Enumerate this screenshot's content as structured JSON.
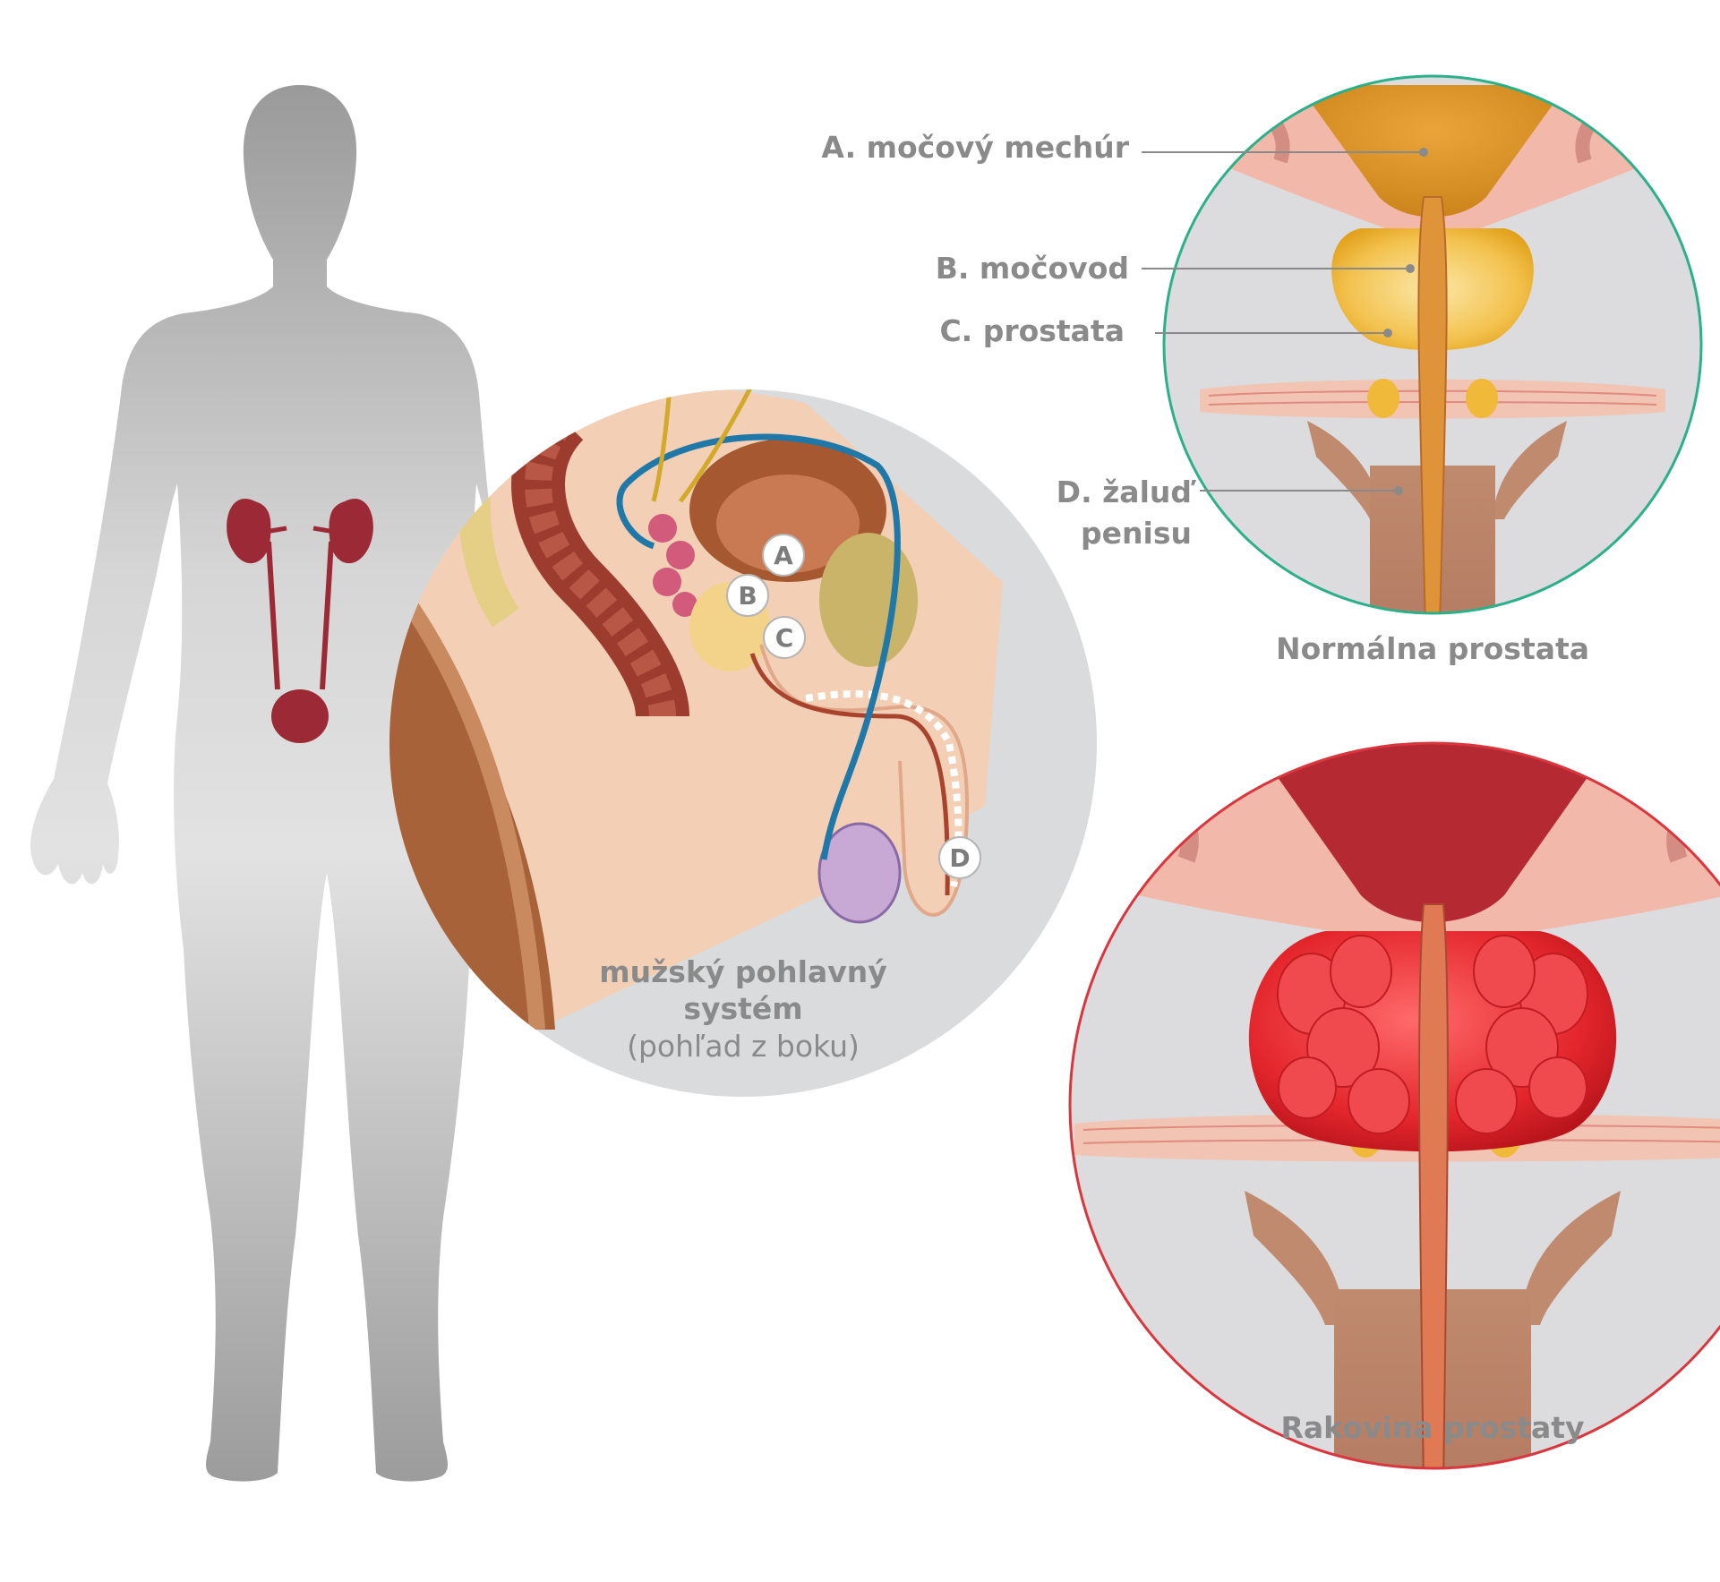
{
  "labels": {
    "a": "A. močový mechúr",
    "b": "B. močovod",
    "c": "C. prostata",
    "d_line1": "D. žaluď",
    "d_line2": "penisu"
  },
  "captions": {
    "normal": "Normálna prostata",
    "cancer": "Rakovina prostaty",
    "side_title_line1": "mužský pohlavný",
    "side_title_line2": "systém",
    "side_subtitle": "(pohľad z boku)"
  },
  "markers": [
    "A",
    "B",
    "C",
    "D"
  ],
  "colors": {
    "normal_ring": "#2bb08a",
    "cancer_ring": "#d9363e",
    "text_gray": "#8a8a8a",
    "organ_red": "#9c2a36",
    "ureter_blue": "#1f78a8"
  }
}
